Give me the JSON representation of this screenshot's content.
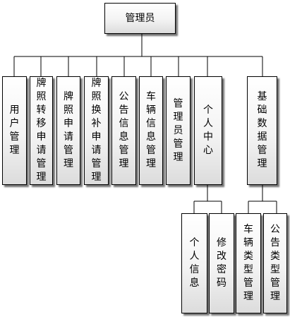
{
  "diagram": {
    "root": {
      "label": "管理员"
    },
    "modules": [
      {
        "id": "user",
        "label": "用户管理"
      },
      {
        "id": "transfer",
        "label": "牌照转移申请管理"
      },
      {
        "id": "apply",
        "label": "牌照申请管理"
      },
      {
        "id": "renew",
        "label": "牌照换补申请管理"
      },
      {
        "id": "notice",
        "label": "公告信息管理"
      },
      {
        "id": "vehicle",
        "label": "车辆信息管理"
      },
      {
        "id": "admin",
        "label": "管理员管理"
      },
      {
        "id": "personal",
        "label": "个人中心"
      },
      {
        "id": "basic",
        "label": "基础数据管理"
      }
    ],
    "personal_children": [
      {
        "id": "info",
        "label": "个人信息"
      },
      {
        "id": "password",
        "label": "修改密码"
      }
    ],
    "basic_children": [
      {
        "id": "vtype",
        "label": "车辆类型管理"
      },
      {
        "id": "ntype",
        "label": "公告类型管理"
      }
    ]
  }
}
